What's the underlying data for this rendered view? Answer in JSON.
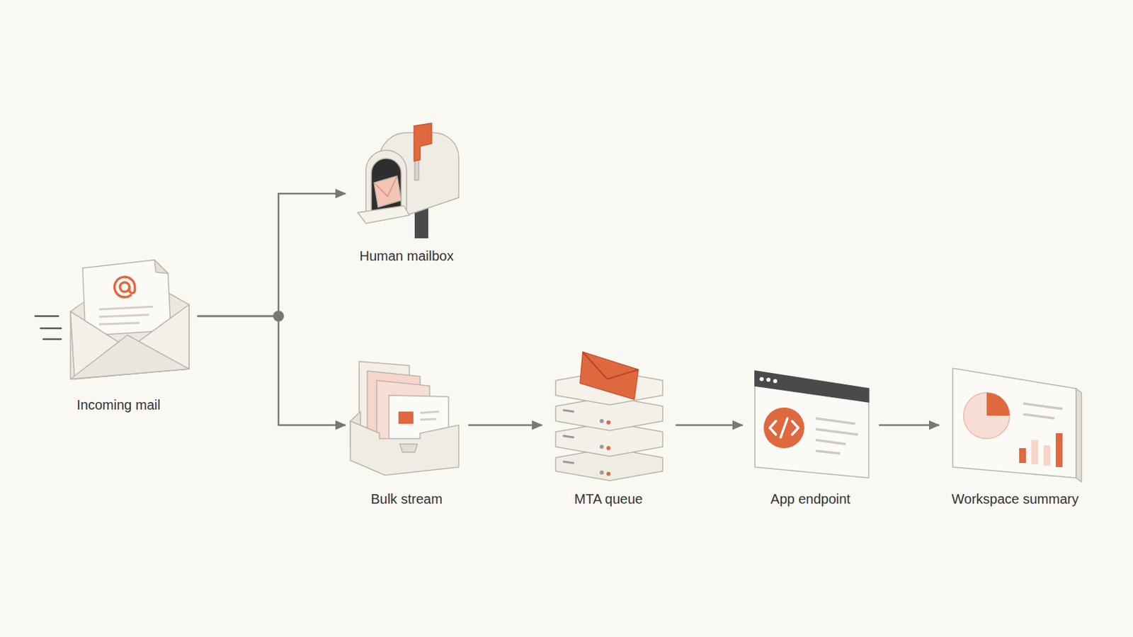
{
  "diagram": {
    "nodes": [
      {
        "text": [
          "Incoming mail"
        ]
      },
      {
        "text": [
          "Human mailbox"
        ]
      },
      {
        "text": [
          "Bulk stream"
        ]
      },
      {
        "text": [
          "MTA queue"
        ]
      },
      {
        "text": [
          "App endpoint"
        ]
      },
      {
        "text": [
          "Workspace summary"
        ]
      }
    ],
    "edges": [
      {
        "from": 0,
        "to": 1,
        "arrow": "to"
      },
      {
        "from": 0,
        "to": 2,
        "arrow": "to"
      },
      {
        "from": 2,
        "to": 3,
        "arrow": "to"
      },
      {
        "from": 3,
        "to": 4,
        "arrow": "to"
      },
      {
        "from": 4,
        "to": 5,
        "arrow": "to"
      }
    ]
  }
}
